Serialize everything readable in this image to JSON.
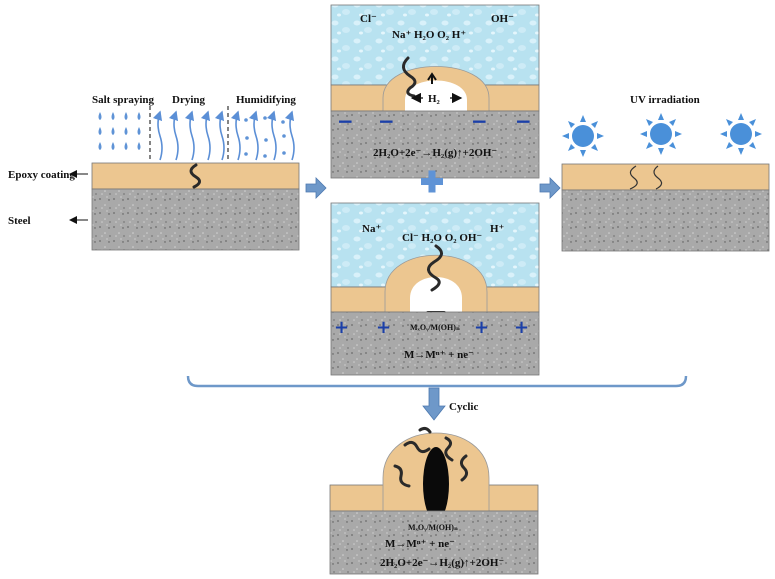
{
  "panel_a": {
    "labels": {
      "salt_spraying": "Salt spraying",
      "drying": "Drying",
      "humidifying": "Humidifying"
    },
    "side_labels": {
      "epoxy_coating": "Epoxy coating",
      "steel": "Steel"
    }
  },
  "panel_cathodic": {
    "ions": {
      "cl": "Cl⁻",
      "na_h2o_o2_h": "Na⁺ H₂O  O₂ H⁺",
      "oh": "OH⁻",
      "h2": "H₂"
    },
    "reaction": "2H₂O+2e⁻→H₂(g)↑+2OH⁻",
    "charge_sign": "−"
  },
  "panel_anodic": {
    "ions": {
      "na": "Na⁺",
      "cl_h2o_o2_oh": "Cl⁻ H₂O  O₂ OH⁻",
      "h": "H⁺"
    },
    "oxide_label": "MₓOᵧ/M(OH)ₙ",
    "reaction": "M→Mⁿ⁺ + ne⁻",
    "charge_sign": "+"
  },
  "plus_symbol": "+",
  "uv_label": "UV irradiation",
  "cyclic_label": "Cyclic",
  "final_panel": {
    "oxide_label": "MₓOᵧ/M(OH)ₙ",
    "reaction_1": "M→Mⁿ⁺ + ne⁻",
    "reaction_2": "2H₂O+2e⁻→H₂(g)↑+2OH⁻"
  },
  "colors": {
    "coating": "#ecc690",
    "steel": "#a9a9a9",
    "water": "#b8e2f0",
    "arrow": "#6e98c9",
    "sign": "#1b3fa8",
    "sun": "#4a90d9",
    "crack": "#2a2a2a"
  }
}
